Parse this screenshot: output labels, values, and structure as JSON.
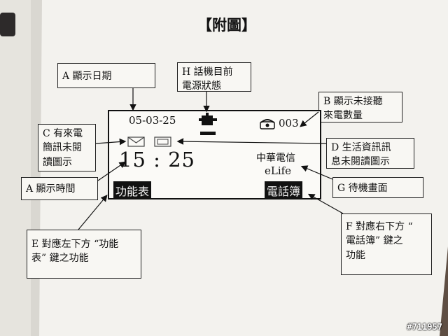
{
  "title": "【附圖】",
  "phone_screen": {
    "date": "05-03-25",
    "missed_calls": "003",
    "time": "15 : 25",
    "carrier": "中華電信",
    "service": "eLife",
    "left_softkey": "功能表",
    "right_softkey": "電話簿"
  },
  "callouts": {
    "A_date": "A 顯示日期",
    "H_power": "H 話機目前\n電源狀態",
    "B_missed": "B 顯示未接聽\n來電數量",
    "C_sms": "C 有來電\n簡訊未閱\n讀圖示",
    "D_life": "D 生活資訊訊\n息未閱讀圖示",
    "A_time": "A 顯示時間",
    "G_standby": "G 待機畫面",
    "E_left": "E 對應左下方 “功能\n表” 鍵之功能",
    "F_right": "F 對應右下方 “\n電話簿” 鍵之\n功能"
  },
  "watermark": "#711957",
  "colors": {
    "paper": "#f3f2ee",
    "text": "#111111",
    "background": "#6b5a4e"
  }
}
